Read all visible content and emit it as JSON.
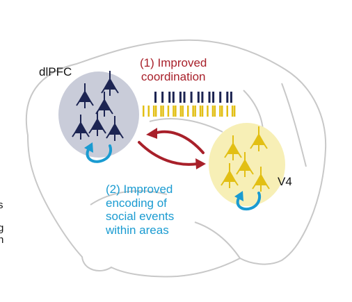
{
  "colors": {
    "dlpfc_region": "#c9ccd9",
    "dlpfc_neuron": "#1c2452",
    "v4_region": "#f7efb6",
    "v4_neuron": "#e2bf14",
    "coordination": "#a8202a",
    "encoding": "#1a9bd1",
    "brain_outline": "#c8c8c8"
  },
  "labels": {
    "dlpfc": "dlPFC",
    "v4": "V4",
    "coordination_line1": "(1) Improved",
    "coordination_line2": "coordination",
    "encoding_line1": "(2) Improved",
    "encoding_line2": "encoding of",
    "encoding_line3": "social events",
    "encoding_line4": "within areas"
  },
  "edge_text": {
    "line1": "s",
    "line2": "",
    "line3": "g",
    "line4": "n"
  },
  "spike_trains": {
    "dlpfc_spike_count": 14,
    "v4_spike_count": 24
  }
}
